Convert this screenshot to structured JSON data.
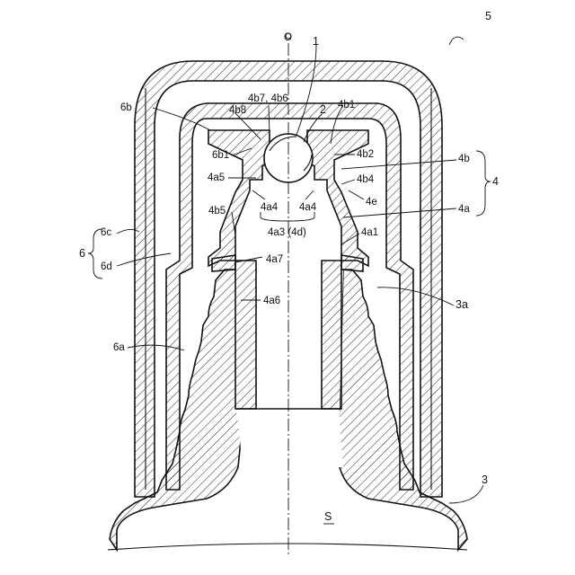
{
  "figure": {
    "labels": {
      "axis_o": "O",
      "n1": "1",
      "n2": "2",
      "n3": "3",
      "n3a": "3a",
      "n4": "4",
      "n4a": "4a",
      "n4a1": "4a1",
      "n4a3": "4a3 (4d)",
      "n4a4_left": "4a4",
      "n4a4_right": "4a4",
      "n4a5": "4a5",
      "n4a6": "4a6",
      "n4a7": "4a7",
      "n4b": "4b",
      "n4b1": "4b1",
      "n4b2": "4b2",
      "n4b4": "4b4",
      "n4b5": "4b5",
      "n4b7": "4b7, 4b6",
      "n4b8": "4b8",
      "n4e": "4e",
      "n5": "5",
      "n6": "6",
      "n6a": "6a",
      "n6b": "6b",
      "n6b1": "6b1",
      "n6c": "6c",
      "n6d": "6d",
      "nS": "S"
    }
  }
}
